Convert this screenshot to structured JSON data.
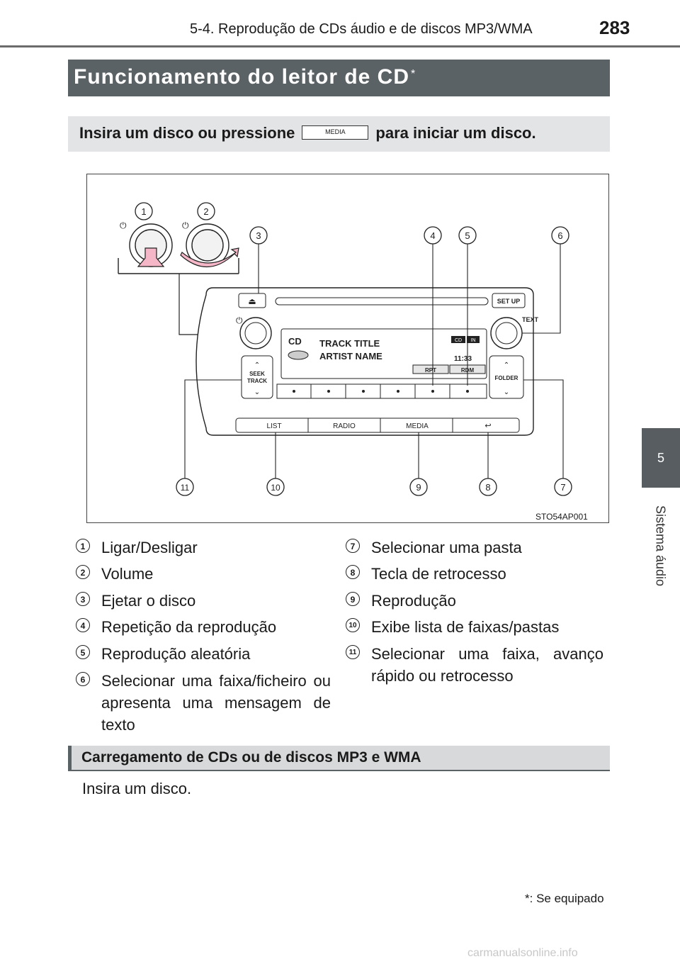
{
  "header": {
    "section_title": "5-4. Reprodução de CDs áudio e de discos MP3/WMA",
    "page_number": "283"
  },
  "side_tab": {
    "chapter_number": "5",
    "chapter_label": "Sistema áudio"
  },
  "main_title": {
    "text": "Funcionamento do leitor de CD",
    "marker": "*"
  },
  "instruction": {
    "before": "Insira um disco ou pressione",
    "button_label": "MEDIA",
    "after": "para iniciar um disco."
  },
  "figure": {
    "id": "STO54AP001",
    "callouts": [
      "1",
      "2",
      "3",
      "4",
      "5",
      "6",
      "7",
      "8",
      "9",
      "10",
      "11"
    ],
    "device": {
      "setup_label": "SET UP",
      "text_label": "TEXT",
      "seek_label_1": "SEEK",
      "seek_label_2": "TRACK",
      "folder_label": "FOLDER",
      "track_title": "TRACK TITLE",
      "artist_name": "ARTIST NAME",
      "cd_logo": "CD",
      "indicator_cd": "CD",
      "indicator_in": "IN",
      "time": "11:33",
      "rpt": "RPT",
      "rdm": "RDM",
      "buttons": [
        "LIST",
        "RADIO",
        "MEDIA",
        "↩"
      ]
    }
  },
  "legend": [
    {
      "num": "1",
      "text": "Ligar/Desligar"
    },
    {
      "num": "2",
      "text": "Volume"
    },
    {
      "num": "3",
      "text": "Ejetar o disco"
    },
    {
      "num": "4",
      "text": "Repetição da reprodução"
    },
    {
      "num": "5",
      "text": "Reprodução aleatória"
    },
    {
      "num": "6",
      "text": "Selecionar uma faixa/ficheiro ou apresenta uma mensagem de texto"
    },
    {
      "num": "7",
      "text": "Selecionar uma pasta"
    },
    {
      "num": "8",
      "text": "Tecla de retrocesso"
    },
    {
      "num": "9",
      "text": "Reprodução"
    },
    {
      "num": "10",
      "text": "Exibe lista de faixas/pastas"
    },
    {
      "num": "11",
      "text": "Selecionar uma faixa, avanço rápido ou retrocesso"
    }
  ],
  "subsection": {
    "title": "Carregamento de CDs ou de discos MP3 e WMA"
  },
  "body": {
    "text": "Insira um disco."
  },
  "footnote": {
    "marker": "*",
    "text": ": Se equipado"
  },
  "watermark": {
    "text": "carmanualsonline.info"
  }
}
